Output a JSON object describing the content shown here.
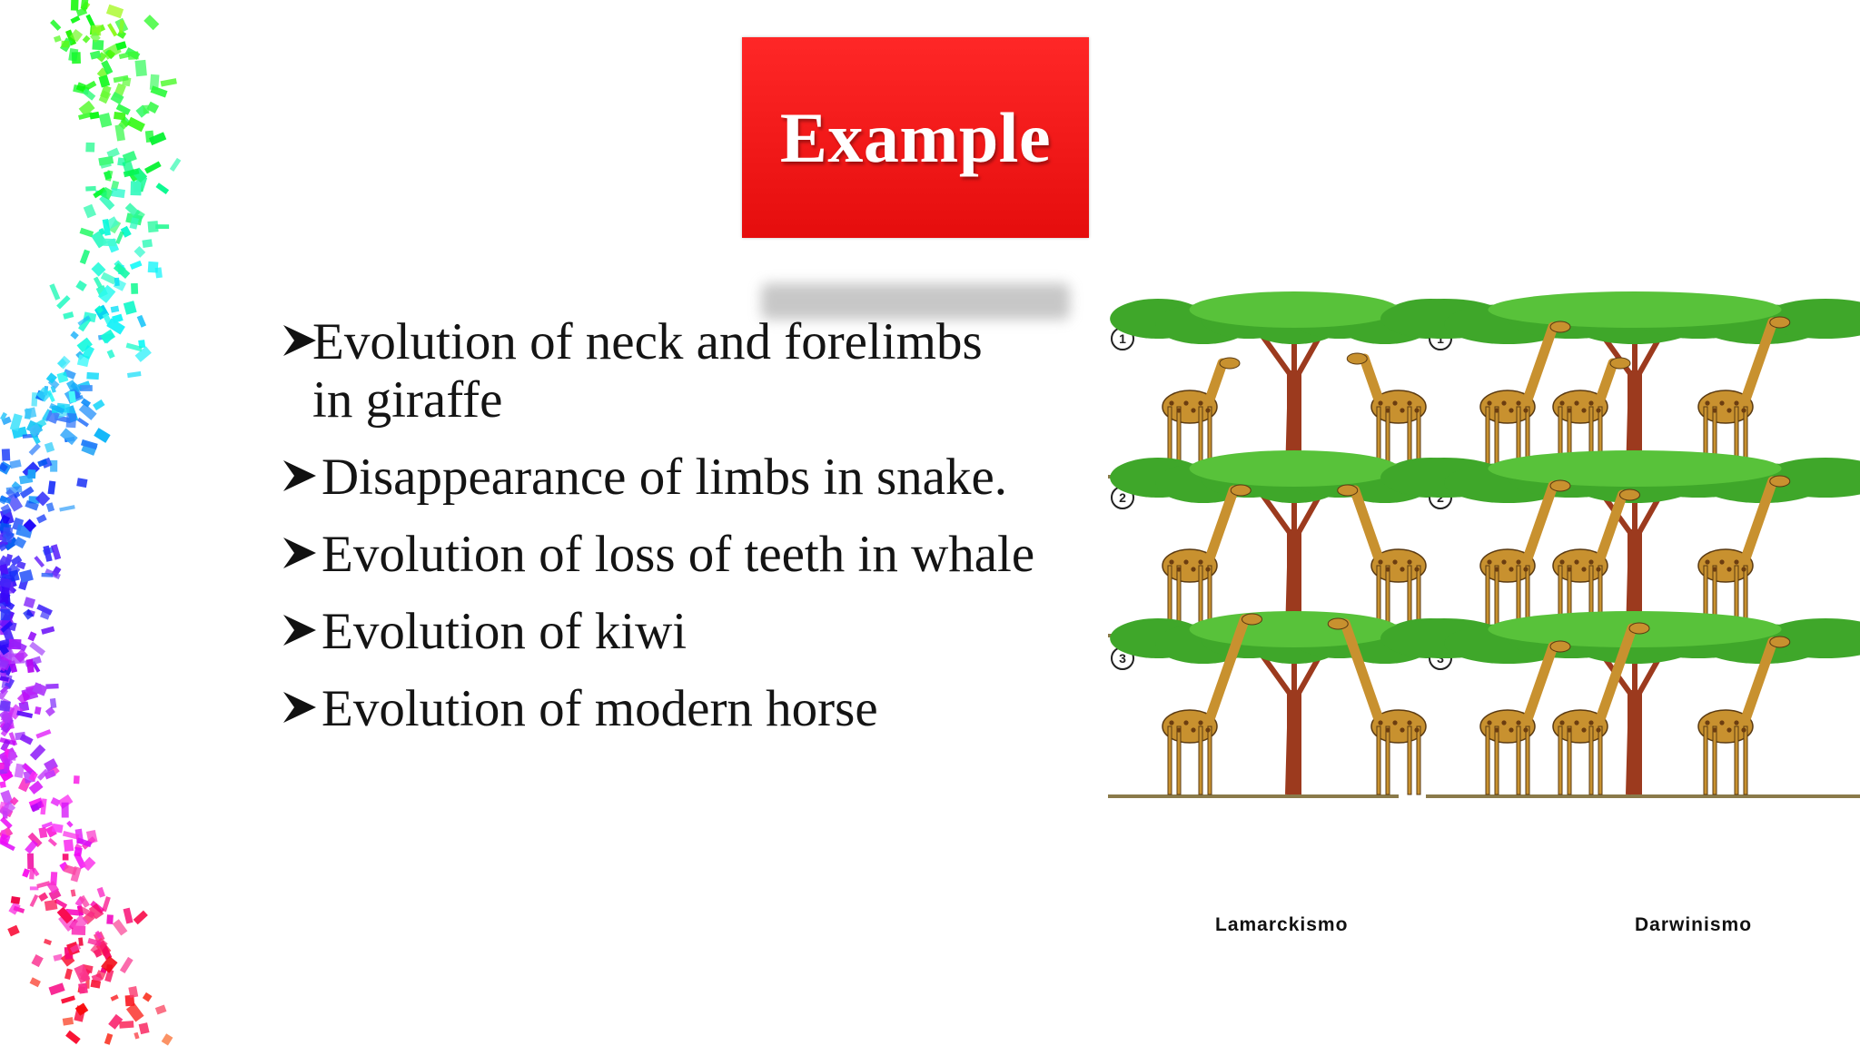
{
  "slide": {
    "title": "Example",
    "bullets": [
      {
        "text": "Evolution of neck and forelimbs\nin giraffe"
      },
      {
        "text": "Disappearance of limbs in snake."
      },
      {
        "text": "Evolution of loss of teeth in whale"
      },
      {
        "text": "Evolution of kiwi"
      },
      {
        "text": "Evolution of modern horse"
      }
    ]
  },
  "figure": {
    "panels": [
      {
        "caption": "Lamarckismo",
        "steps": [
          "1",
          "2",
          "3"
        ]
      },
      {
        "caption": "Darwinismo",
        "steps": [
          "1",
          "2",
          "3"
        ]
      }
    ]
  },
  "colors": {
    "title_box": "#ee1111",
    "foliage": "#3fa72a",
    "trunk": "#9c3a1e",
    "giraffe": "#c8912f"
  }
}
